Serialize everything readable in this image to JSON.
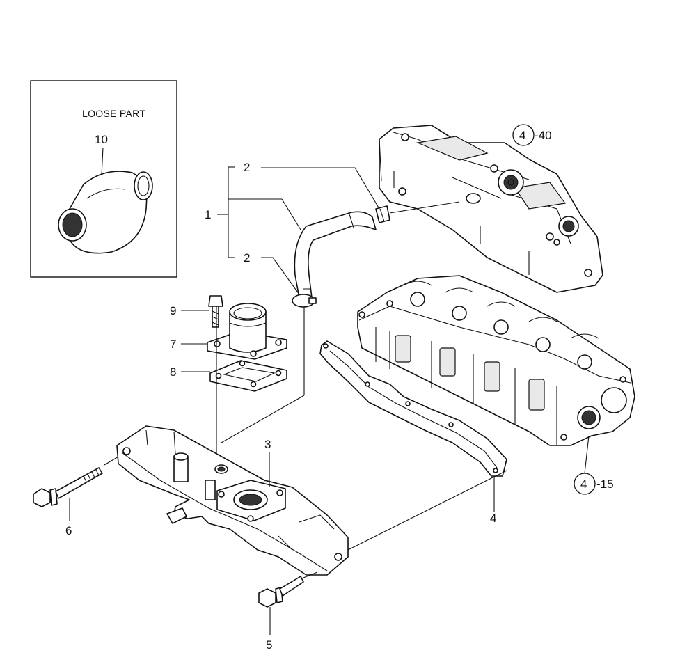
{
  "loose_part_box": {
    "title": "LOOSE PART",
    "part_number": "10"
  },
  "callouts": {
    "c1": "1",
    "c2_upper": "2",
    "c2_lower": "2",
    "c3": "3",
    "c4": "4",
    "c5": "5",
    "c6": "6",
    "c7": "7",
    "c8": "8",
    "c9": "9"
  },
  "references": {
    "cover": {
      "circle": "4",
      "suffix": "-40"
    },
    "head": {
      "circle": "4",
      "suffix": "-15"
    }
  }
}
